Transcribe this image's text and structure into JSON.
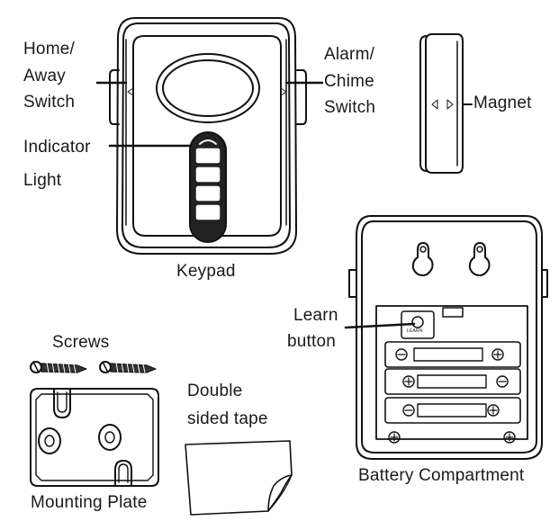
{
  "labels": {
    "home_away_1": "Home/",
    "home_away_2": "Away",
    "home_away_3": "Switch",
    "indicator_1": "Indicator",
    "indicator_2": "Light",
    "alarm_1": "Alarm/",
    "alarm_2": "Chime",
    "alarm_3": "Switch",
    "magnet": "Magnet",
    "keypad": "Keypad",
    "learn_1": "Learn",
    "learn_2": "button",
    "learn_small": "LEARN",
    "screws": "Screws",
    "tape_1": "Double",
    "tape_2": "sided tape",
    "mounting_plate": "Mounting Plate",
    "battery_compartment": "Battery Compartment"
  }
}
